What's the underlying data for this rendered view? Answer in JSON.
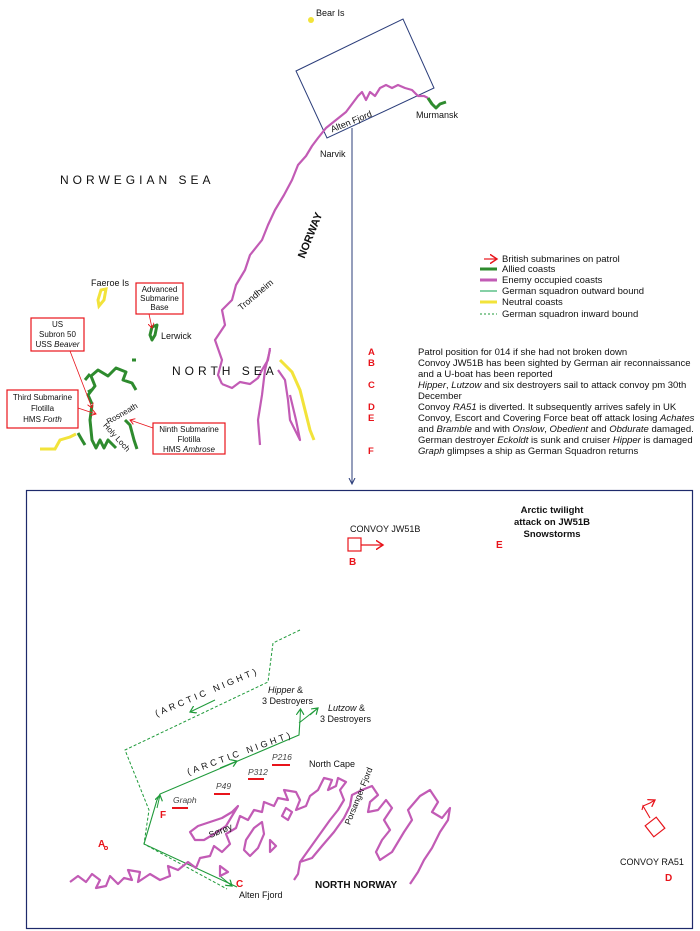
{
  "top_map": {
    "bear_is": "Bear Is",
    "alten_fjord": "Alten Fjord",
    "murmansk": "Murmansk",
    "narvik": "Narvik",
    "norwegian_sea": "NORWEGIAN SEA",
    "norway": "NORWAY",
    "trondheim": "Trondheim",
    "faeroe_is": "Faeroe Is",
    "lerwick": "Lerwick",
    "north_sea": "NORTH SEA",
    "rosneath": "Rosneath",
    "holy_loch": "Holy Loch",
    "callouts": {
      "advanced": [
        "Advanced",
        "Submarine",
        "Base"
      ],
      "us": [
        "US",
        "Subron 50",
        "USS ",
        "Beaver"
      ],
      "third": [
        "Third Submarine",
        "Flotilla",
        "HMS ",
        "Forth"
      ],
      "ninth": [
        "Ninth Submarine",
        "Flotilla",
        "HMS ",
        "Ambrose"
      ]
    }
  },
  "legend": {
    "items": [
      {
        "label": "British submarines on patrol",
        "color": "#e8141b"
      },
      {
        "label": "Allied coasts",
        "color": "#2e8b2e"
      },
      {
        "label": "Enemy occupied coasts",
        "color": "#c25bb5"
      },
      {
        "label": "German squadron outward bound",
        "color": "#3cb371"
      },
      {
        "label": "Neutral coasts",
        "color": "#f2e33a"
      },
      {
        "label": "German squadron inward bound",
        "color": "#1f9a3a"
      }
    ]
  },
  "notes": [
    {
      "key": "A",
      "parts": [
        {
          "t": "Patrol position for 014 if she had not broken down"
        }
      ]
    },
    {
      "key": "B",
      "parts": [
        {
          "t": "Convoy JW51B has been sighted by German air reconnaissance and a U-boat has been reported"
        }
      ]
    },
    {
      "key": "C",
      "parts": [
        {
          "t": "Hipper",
          "i": true
        },
        {
          "t": ", "
        },
        {
          "t": "Lutzow",
          "i": true
        },
        {
          "t": " and six destroyers sail to attack convoy pm 30th December"
        }
      ]
    },
    {
      "key": "D",
      "parts": [
        {
          "t": "Convoy "
        },
        {
          "t": "RA51",
          "i": true
        },
        {
          "t": " is diverted. It subsequently arrives safely in UK"
        }
      ]
    },
    {
      "key": "E",
      "parts": [
        {
          "t": "Convoy, Escort and Covering Force beat off attack losing "
        },
        {
          "t": "Achates",
          "i": true
        },
        {
          "t": " and "
        },
        {
          "t": "Bramble",
          "i": true
        },
        {
          "t": " and with "
        },
        {
          "t": "Onslow",
          "i": true
        },
        {
          "t": ", "
        },
        {
          "t": "Obedient",
          "i": true
        },
        {
          "t": " and "
        },
        {
          "t": "Obdurate",
          "i": true
        },
        {
          "t": " damaged. German destroyer "
        },
        {
          "t": "Eckoldt",
          "i": true
        },
        {
          "t": " is sunk and cruiser "
        },
        {
          "t": "Hipper",
          "i": true
        },
        {
          "t": " is damaged"
        }
      ]
    },
    {
      "key": "F",
      "parts": [
        {
          "t": "Graph",
          "i": true
        },
        {
          "t": " glimpses a ship as German Squadron returns"
        }
      ]
    }
  ],
  "bottom_map": {
    "convoy_jw51b": "CONVOY  JW51B",
    "twilight": [
      "Arctic twilight",
      "attack on JW51B",
      "Snowstorms"
    ],
    "arctic_night": "(ARCTIC NIGHT)",
    "hipper": [
      "Hipper",
      " &",
      "3 Destroyers"
    ],
    "lutzow": [
      "Lutzow",
      " &",
      "3 Destroyers"
    ],
    "subs": [
      "P216",
      "P312",
      "P49",
      "Graph"
    ],
    "north_cape": "North Cape",
    "porsanger": "Porsanger Fjord",
    "soroy": "Sørøy",
    "north_norway": "NORTH NORWAY",
    "alten_fjord": "Alten Fjord",
    "convoy_ra51": "CONVOY  RA51",
    "letters": {
      "A": "A",
      "B": "B",
      "C": "C",
      "D": "D",
      "E": "E",
      "F": "F"
    }
  }
}
